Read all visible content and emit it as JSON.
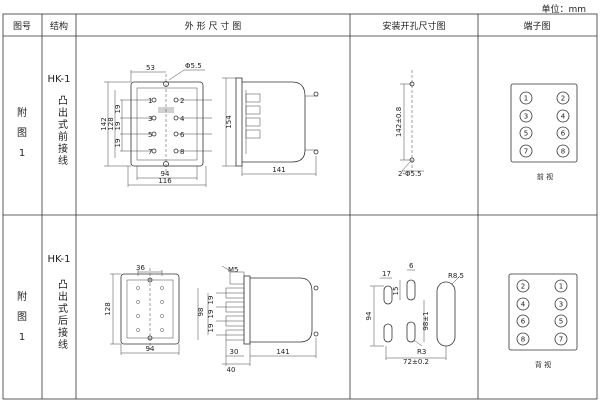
{
  "unit_label": "单位：mm",
  "headers": {
    "figure_no": "图号",
    "structure": "结构",
    "outline": "外 形 尺 寸 图",
    "mounting": "安装开孔尺寸图",
    "terminal": "端子图"
  },
  "rows": [
    {
      "figure": [
        "附",
        "图",
        "1"
      ],
      "model": "HK-1",
      "structure": [
        "凸",
        "出",
        "式",
        "前",
        "接",
        "线"
      ],
      "outline_labels": {
        "dim_53": "53",
        "dim_hole": "Φ5.5",
        "dim_142": "142",
        "dim_128": "128",
        "dim_19a": "19",
        "dim_19b": "19",
        "dim_19c": "19",
        "dim_94": "94",
        "dim_116": "116",
        "dim_154": "154",
        "dim_141": "141",
        "t1": "1",
        "t2": "2",
        "t3": "3",
        "t4": "4",
        "t5": "5",
        "t6": "6",
        "t7": "7",
        "t8": "8"
      },
      "mount_labels": {
        "dim_142": "142±0.8",
        "dim_hole": "2-Φ5.5"
      },
      "terminals": [
        "1",
        "2",
        "3",
        "4",
        "5",
        "6",
        "7",
        "8"
      ],
      "view": "前 视"
    },
    {
      "figure": [
        "附",
        "图",
        "1"
      ],
      "model": "HK-1",
      "structure": [
        "凸",
        "出",
        "式",
        "后",
        "接",
        "线"
      ],
      "outline_labels": {
        "dim_36": "36",
        "dim_128": "128",
        "dim_94": "94",
        "dim_m5": "M5",
        "dim_98": "98",
        "dim_19a": "19",
        "dim_19b": "19",
        "dim_19c": "19",
        "dim_30": "30",
        "dim_40": "40",
        "dim_141": "141"
      },
      "mount_labels": {
        "dim_17": "17",
        "dim_6": "6",
        "dim_r85": "R8.5",
        "dim_15": "15",
        "dim_94": "94",
        "dim_98": "98±1",
        "dim_r3": "R3",
        "dim_72": "72±0.2"
      },
      "terminals": [
        "2",
        "1",
        "4",
        "3",
        "6",
        "5",
        "8",
        "7"
      ],
      "view": "背 视"
    }
  ]
}
